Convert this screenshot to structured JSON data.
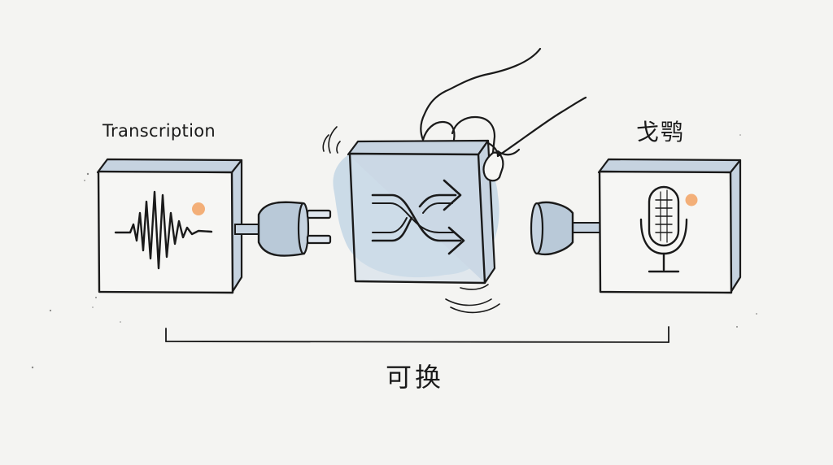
{
  "modules": {
    "left": {
      "label": "Transcription",
      "icon": "waveform-icon"
    },
    "middle": {
      "icon": "shuffle-icon"
    },
    "right": {
      "label": "戈鹗",
      "icon": "microphone-icon"
    }
  },
  "bracket": {
    "label": "可换"
  },
  "colors": {
    "ink": "#1a1a1a",
    "box_face": "#f6f6f4",
    "box_side": "#c6d3e0",
    "plug_fill": "#b9c9d8",
    "watercolor": "#a9c6df",
    "accent_dot": "#f3a76a"
  }
}
